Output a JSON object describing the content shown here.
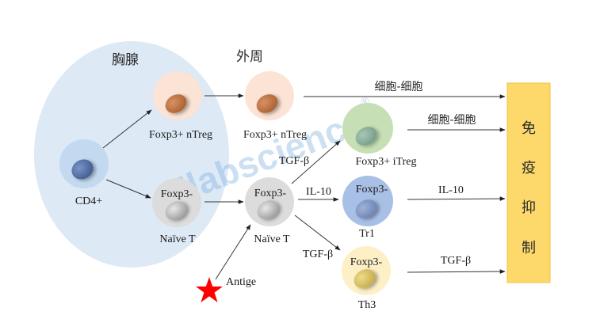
{
  "diagram": {
    "regions": {
      "thymus_label": "胸腺",
      "periphery_label": "外周"
    },
    "cells": {
      "cd4": {
        "label": "CD4+",
        "membrane_color": "#c3d9ef",
        "nucleus_color": "#4f6fa3"
      },
      "ntreg_thymus": {
        "label": "Foxp3+ nTreg",
        "membrane_color": "#fbe3d5",
        "nucleus_color": "#c07545"
      },
      "naive_thymus": {
        "inner_label": "Foxp3-",
        "label": "Naïve T",
        "membrane_color": "#dcdcdc",
        "nucleus_color": "#b8b8b8"
      },
      "ntreg_periphery": {
        "label": "Foxp3+ nTreg",
        "membrane_color": "#fbe3d5",
        "nucleus_color": "#c07545"
      },
      "naive_periphery": {
        "inner_label": "Foxp3-",
        "label": "Naïve T",
        "membrane_color": "#dcdcdc",
        "nucleus_color": "#b8b8b8"
      },
      "itreg": {
        "label": "Foxp3+ iTreg",
        "membrane_color": "#c6dfb4",
        "nucleus_color": "#7fa39a"
      },
      "tr1": {
        "inner_label": "Foxp3-",
        "label": "Tr1",
        "membrane_color": "#a9c0e6",
        "nucleus_color": "#7d95c5"
      },
      "th3": {
        "inner_label": "Foxp3-",
        "label": "Th3",
        "membrane_color": "#fdefc6",
        "nucleus_color": "#d9c264"
      }
    },
    "antigen": {
      "label": "Antige",
      "color": "#ff0000"
    },
    "edge_labels": {
      "to_itreg": "TGF-β",
      "to_tr1": "IL-10",
      "to_th3": "TGF-β",
      "ntreg_out": "细胞-细胞",
      "itreg_out": "细胞-细胞",
      "tr1_out": "IL-10",
      "th3_out": "TGF-β"
    },
    "outcome_box": {
      "chars": [
        "免",
        "疫",
        "抑",
        "制"
      ],
      "fill": "#fdd86b",
      "border": "#f5c238"
    },
    "thymus_fill": "#dde9f5",
    "watermark": {
      "text": "Elabscience",
      "mark": "®"
    }
  }
}
